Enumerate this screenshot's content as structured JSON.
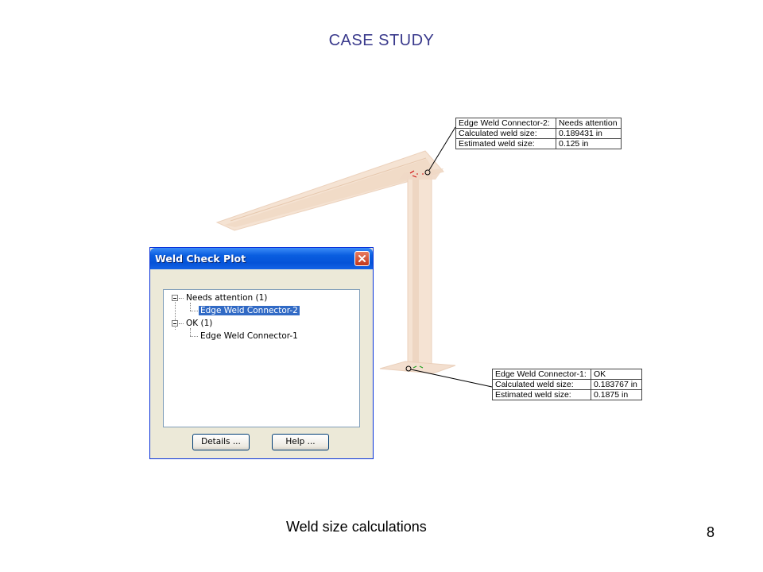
{
  "slide": {
    "title": "CASE STUDY",
    "caption": "Weld size calculations",
    "page_number": "8"
  },
  "callouts": [
    {
      "rows": [
        {
          "key": "Edge Weld Connector-2:",
          "value": "Needs attention"
        },
        {
          "key": "Calculated weld size:",
          "value": "0.189431 in"
        },
        {
          "key": "Estimated weld size:",
          "value": "0.125 in"
        }
      ]
    },
    {
      "rows": [
        {
          "key": "Edge Weld Connector-1:",
          "value": "OK"
        },
        {
          "key": "Calculated weld size:",
          "value": "0.183767 in"
        },
        {
          "key": "Estimated weld size:",
          "value": "0.1875 in"
        }
      ]
    }
  ],
  "dialog": {
    "title": "Weld Check Plot",
    "tree": {
      "group_needs_attention": "Needs attention (1)",
      "item_connector_2": "Edge Weld Connector-2",
      "group_ok": "OK (1)",
      "item_connector_1": "Edge Weld Connector-1"
    },
    "buttons": {
      "details": "Details ...",
      "help": "Help ..."
    }
  },
  "colors": {
    "part_fill": "#f5e3d3",
    "part_edge": "#e8cbb2",
    "needs_attention": "#d01010",
    "ok": "#20a020",
    "title_text": "#3a3a8c",
    "xp_titlebar": "#0553d8",
    "selection": "#316ac5"
  },
  "icons": [
    "close-icon",
    "collapse-icon"
  ]
}
